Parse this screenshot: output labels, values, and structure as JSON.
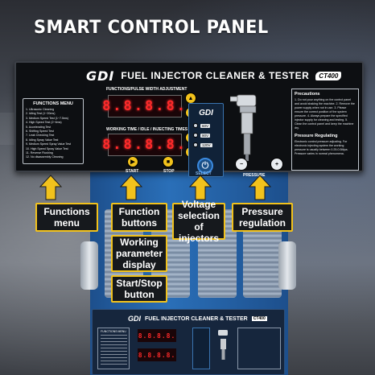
{
  "header": {
    "title": "SMART CONTROL PANEL"
  },
  "panel": {
    "brand_logo": "GDI",
    "brand_name": "FUEL INJECTOR CLEANER & TESTER",
    "model": "CT400",
    "functions_menu": {
      "heading": "FUNCTIONS MENU",
      "items": [
        "1.  Ultrasonic Cleaning",
        "2.  Idling Test (1~20ms)",
        "3.  Medium Speed Test (1~7.5ms)",
        "4.  High Speed Test (2~6ms)",
        "5.  Accelerating Test",
        "6.  Shifting Speed Test",
        "7.  Leak Checking Test",
        "8.  Idling Spray Value Test",
        "9.  Medium Speed Spray Value Test",
        "10. High Speed Spray Value Test",
        "11. Reverse Flushing",
        "12. No disassembly Cleaning"
      ]
    },
    "upper_display_label": "FUNCTIONS/PULSE WIDTH ADJUSTMENT",
    "upper_display_value": "8.8.8.8.",
    "lower_display_label": "WORKING TIME / IDLE / INJECTING TIMES",
    "lower_display_value": "8.8.8.8.",
    "start_label": "START",
    "stop_label": "STOP",
    "select_label": "SELECT",
    "pressure_label": "PRESSURE",
    "voltage_panel_logo": "GDI",
    "voltages": [
      "60V",
      "90V",
      "120V"
    ],
    "precautions": {
      "heading": "Precautions",
      "text": "1. Do not pour anything on the control panel and avoid shaking the machine. 2. Remove the power supply when not in use. 3. Please ensure the correct position of the system pressure. 4. Always prepare the specified injector supply for cleaning and testing. 5. Clean the control panel and keep the machine dry."
    },
    "pressure_regulating": {
      "heading": "Pressure Regulating",
      "text": "Electronic control pressure adjusting. For electronic injecting system the working pressure is usually between 0.25-0.5Mpa. Pressure varies in normal phenomena."
    }
  },
  "callouts": {
    "functions_menu": "Functions menu",
    "function_buttons": "Function buttons",
    "voltage_selection": "Voltage selection of injectors",
    "pressure_regulation": "Pressure regulation",
    "working_parameter": "Working parameter display",
    "start_stop": "Start/Stop button"
  },
  "lower_panel": {
    "brand_logo": "GDI",
    "brand_name": "FUEL INJECTOR CLEANER & TESTER",
    "model": "CT400",
    "menu_heading": "FUNCTIONS MENU",
    "display_value": "8.8.8.8."
  },
  "colors": {
    "accent": "#f2c21c",
    "display_red": "#ff2a2a",
    "panel": "#0d0f12",
    "machine_blue": "#2a6fb8"
  }
}
